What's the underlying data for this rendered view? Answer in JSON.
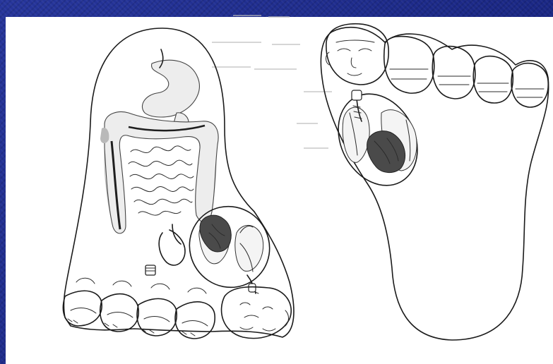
{
  "page": {
    "background_color": "#1c2a8a",
    "sheet_color": "#ffffff"
  },
  "figures": [
    {
      "icon": "foot-dorsal-with-organs",
      "organs": [
        "stomach",
        "colon",
        "small-intestine",
        "heart",
        "lungs",
        "trachea"
      ],
      "head": "face-upside-down-near-toes"
    },
    {
      "icon": "foot-sole-outline",
      "organs": [
        "heart",
        "lungs",
        "trachea"
      ],
      "head": "face-on-big-toe"
    }
  ]
}
